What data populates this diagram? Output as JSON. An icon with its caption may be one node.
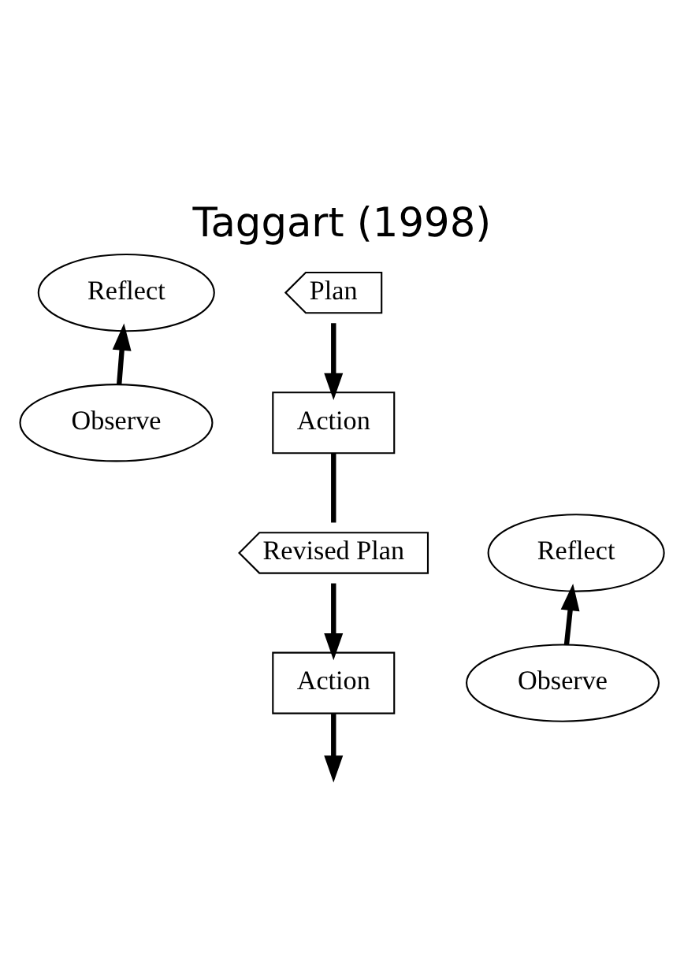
{
  "diagram": {
    "title": "Taggart (1998)",
    "nodes": [
      {
        "text": [
          "Plan"
        ]
      },
      {
        "text": [
          "Action"
        ]
      },
      {
        "text": [
          "Observe"
        ]
      },
      {
        "text": [
          "Reflect"
        ]
      },
      {
        "text": [
          "Revised Plan"
        ]
      },
      {
        "text": [
          "Action"
        ]
      },
      {
        "text": [
          "Observe"
        ]
      },
      {
        "text": [
          "Reflect"
        ]
      }
    ],
    "edges": [
      {
        "from": 0,
        "to": 1,
        "arrow": "to"
      },
      {
        "from": 2,
        "to": 3,
        "arrow": "to"
      },
      {
        "from": 1,
        "to": 4,
        "arrow": "none"
      },
      {
        "from": 4,
        "to": 5,
        "arrow": "to"
      },
      {
        "from": 6,
        "to": 7,
        "arrow": "to"
      },
      {
        "from": 5,
        "to": null,
        "arrow": "to"
      }
    ]
  }
}
